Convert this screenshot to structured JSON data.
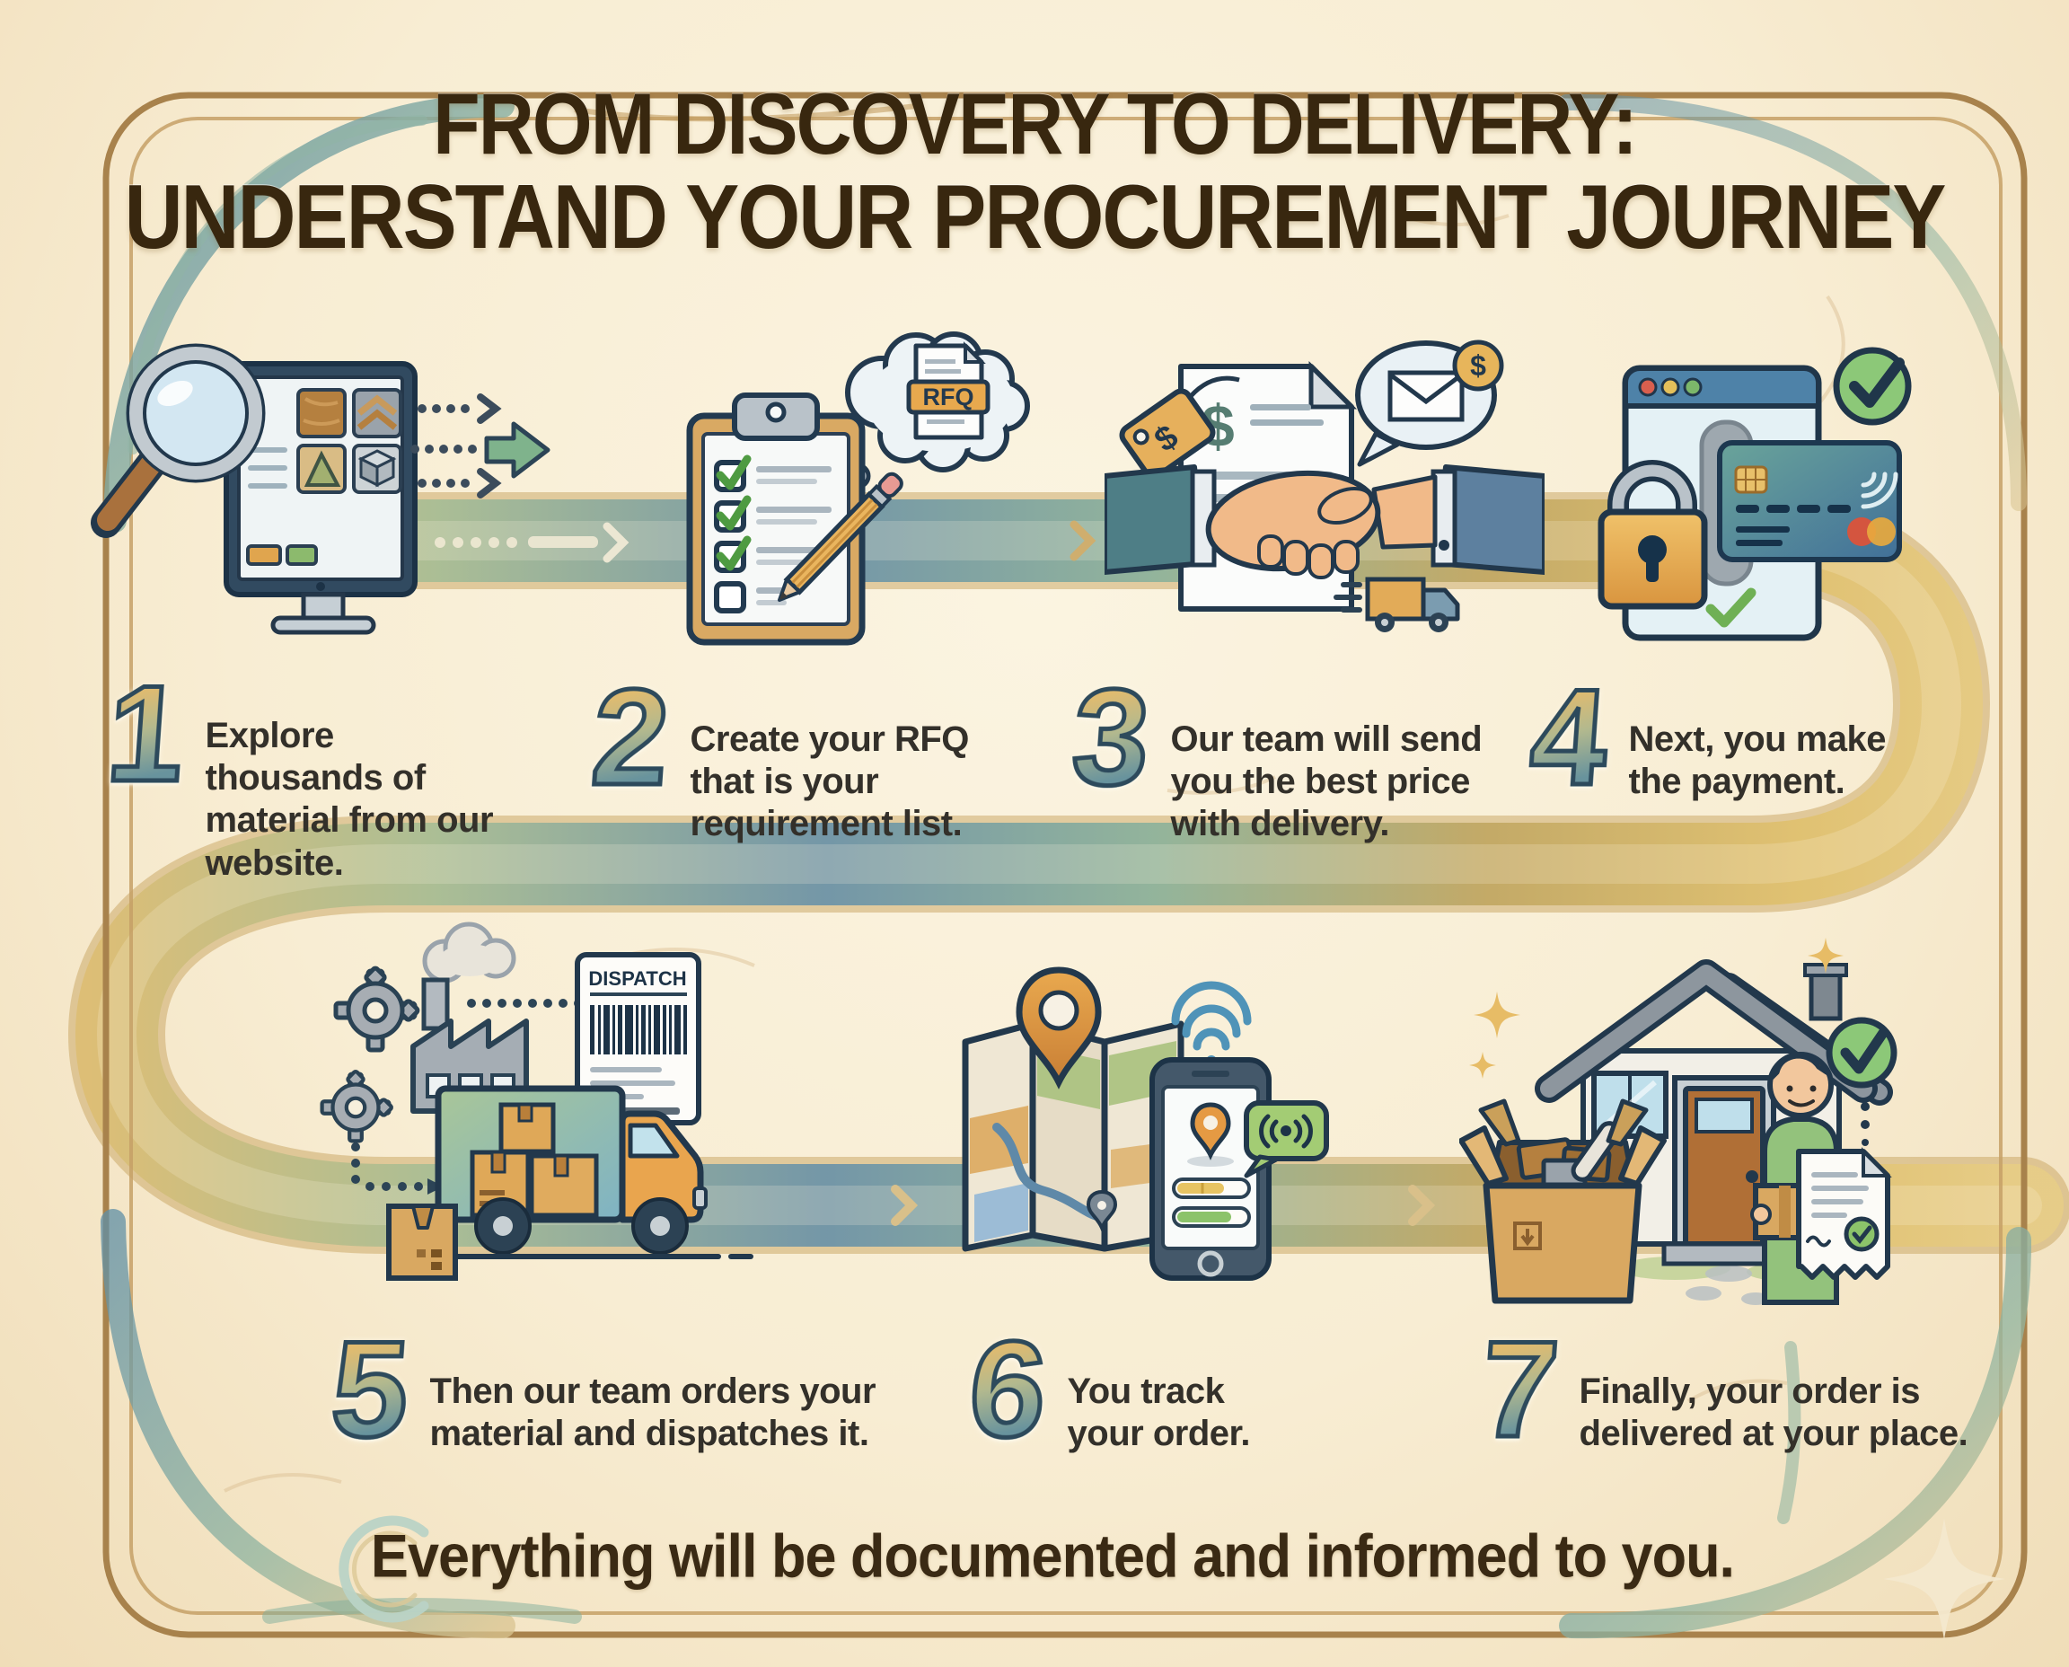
{
  "title": {
    "line1": "FROM DISCOVERY TO DELIVERY:",
    "line2": "UNDERSTAND YOUR PROCUREMENT JOURNEY"
  },
  "steps": [
    {
      "number": "1",
      "text": "Explore thousands of material from our website.",
      "icon": "magnifier-materials-monitor"
    },
    {
      "number": "2",
      "text": "Create your RFQ that is your requirement list.",
      "icon": "checklist-clipboard-rfq"
    },
    {
      "number": "3",
      "text": "Our team will send you the best price with delivery.",
      "icon": "handshake-quote-truck"
    },
    {
      "number": "4",
      "text": "Next, you make the payment.",
      "icon": "secure-card-payment"
    },
    {
      "number": "5",
      "text": "Then our team orders your material and dispatches it.",
      "icon": "factory-dispatch-truck"
    },
    {
      "number": "6",
      "text": "You track your order.",
      "icon": "map-phone-tracking"
    },
    {
      "number": "7",
      "text": "Finally, your order is delivered at your place.",
      "icon": "home-delivery-receipt"
    }
  ],
  "icon_labels": {
    "rfq": "RFQ",
    "dispatch": "DISPATCH"
  },
  "footer": {
    "text": "Everything will be documented and informed to you."
  },
  "colors": {
    "background": "#f8edd3",
    "title_text": "#38270f",
    "step_text": "#33302a",
    "outline_navy": "#22384c",
    "road_gold": "#ddbe74",
    "road_teal": "#8fb39b",
    "road_blue": "#6e94a8",
    "frame_gold": "#a8824c",
    "accent_orange": "#e8a94e",
    "accent_green": "#7cb76a",
    "number_fill_top": "#e2bb6e",
    "number_fill_bottom": "#68939d"
  }
}
